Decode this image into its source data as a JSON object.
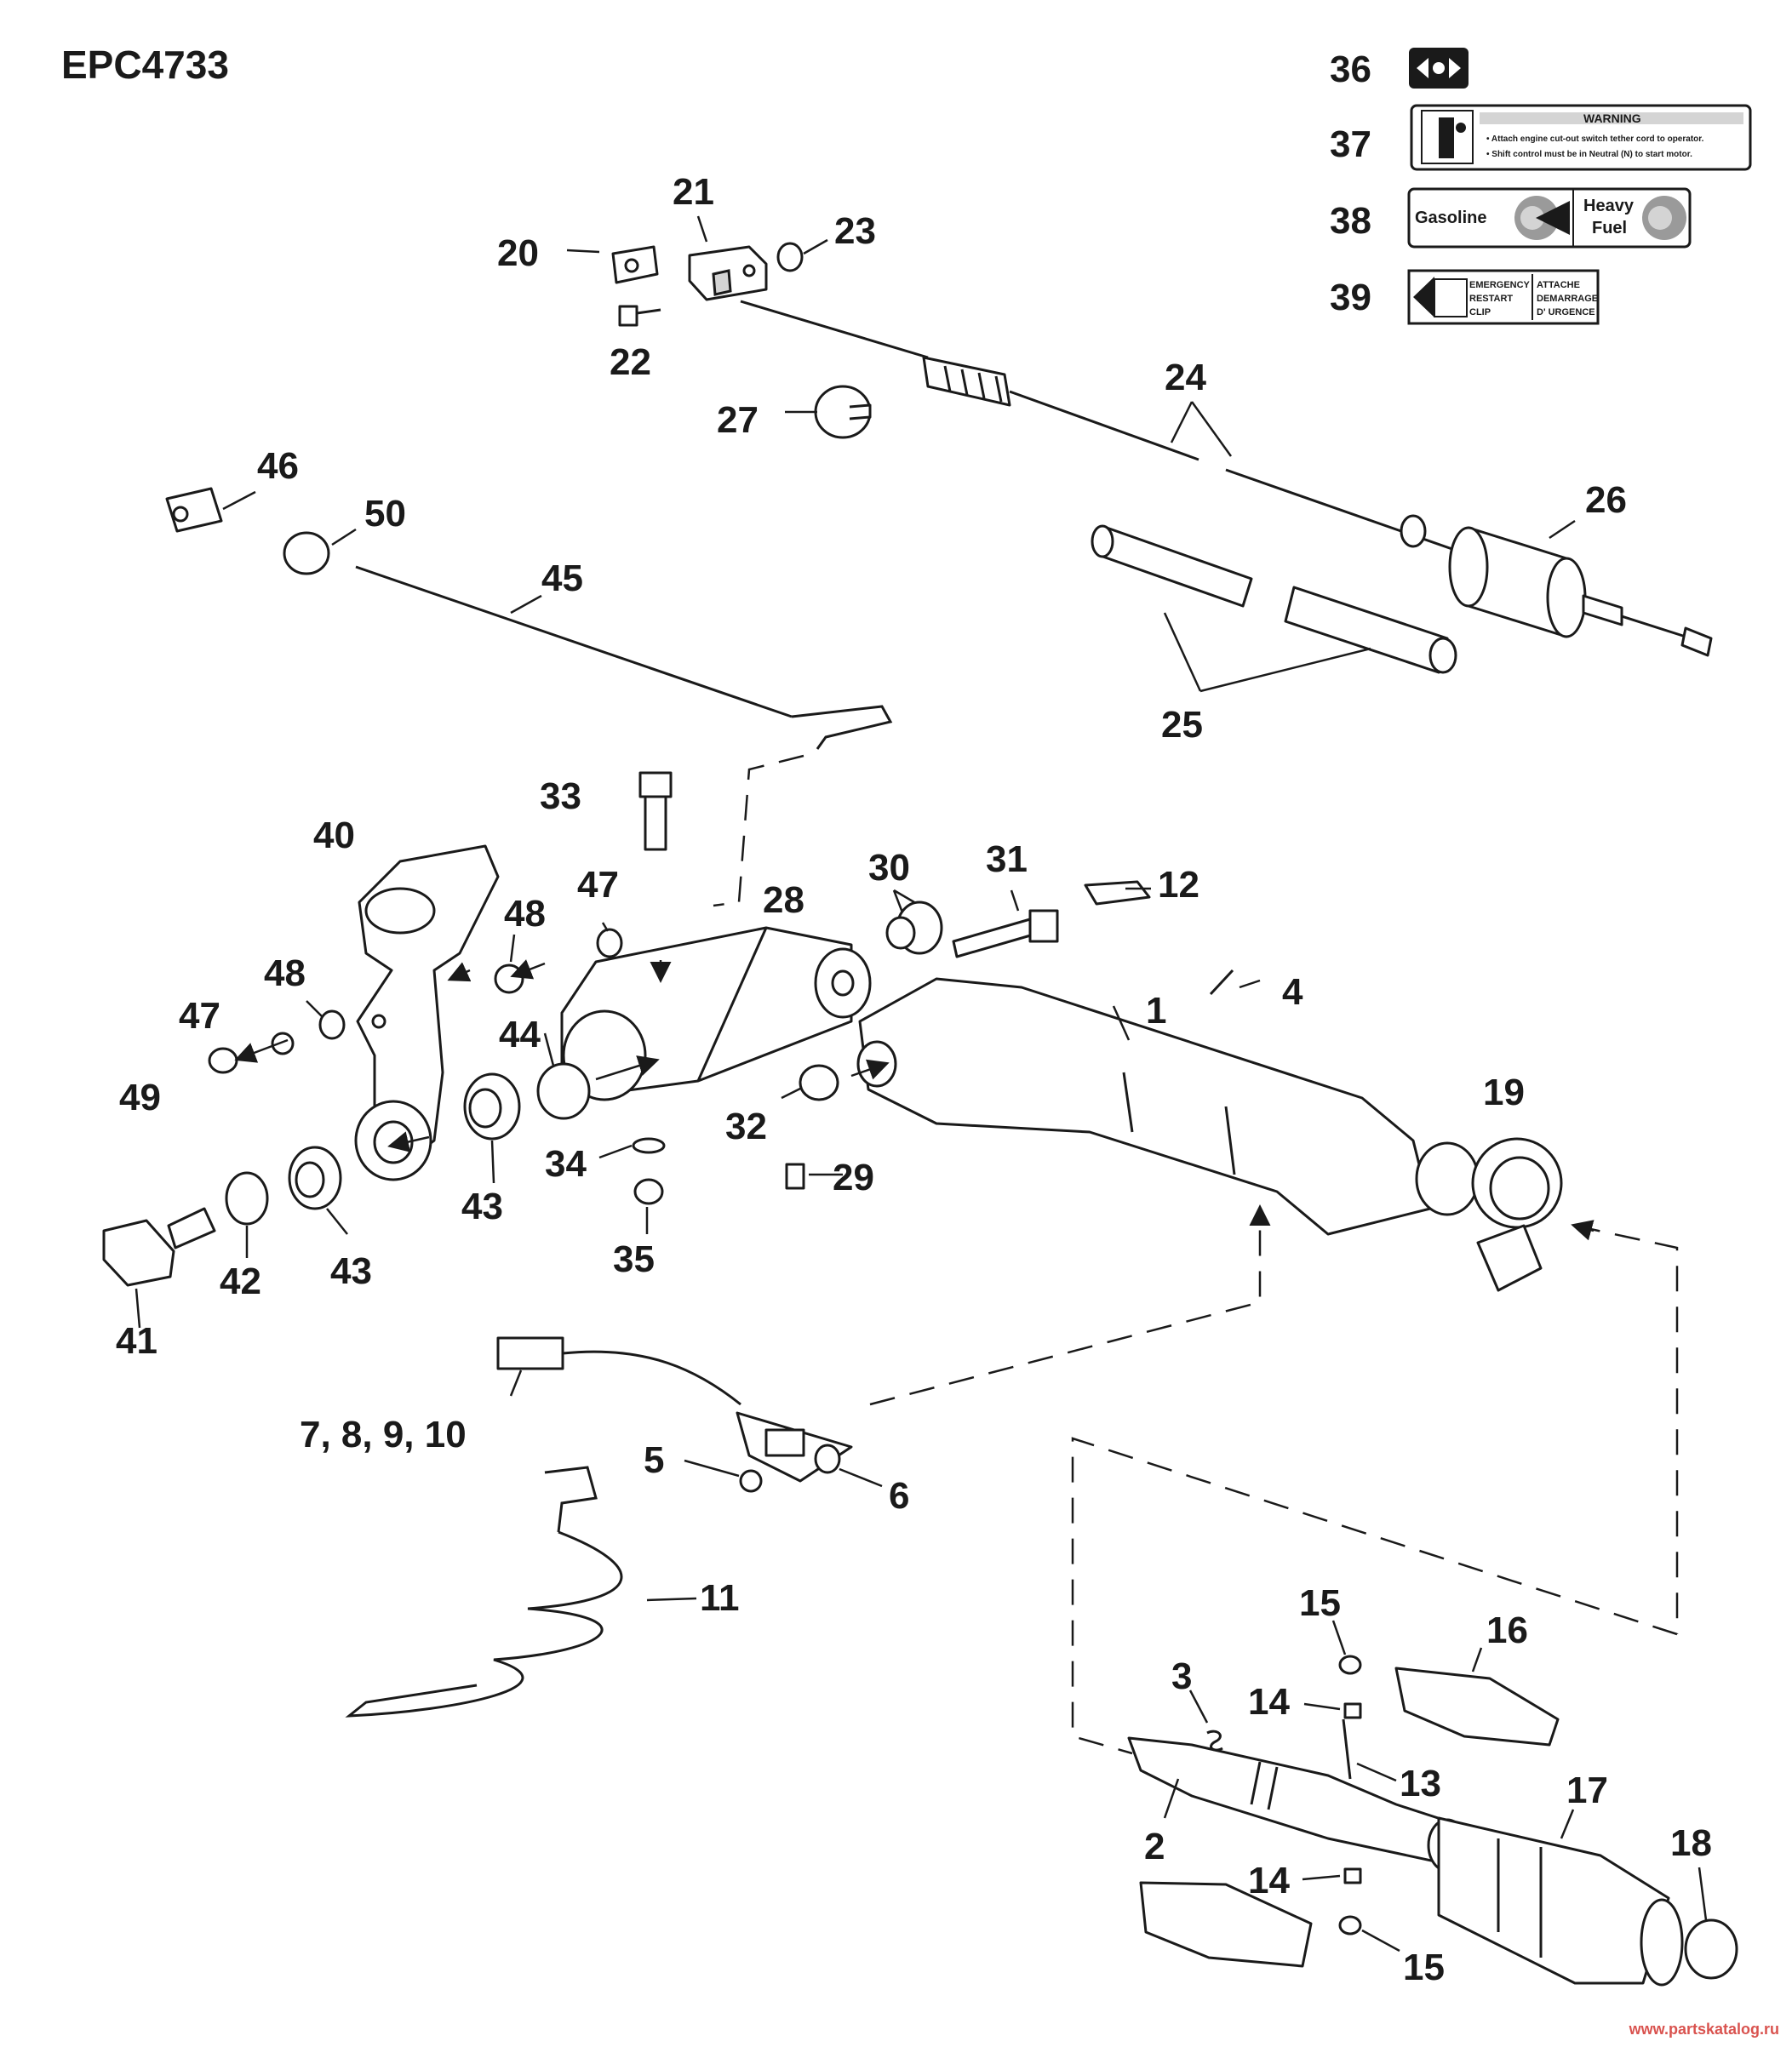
{
  "diagram_code": "EPC4733",
  "watermark": "www.partskatalog.ru",
  "decals": {
    "warning": {
      "title": "WARNING",
      "line1": "• Attach engine cut-out switch tether cord to operator.",
      "line2": "• Shift control must be in Neutral (N) to start motor."
    },
    "fuel": {
      "left": "Gasoline",
      "right_line1": "Heavy",
      "right_line2": "Fuel"
    },
    "clip": {
      "en1": "EMERGENCY",
      "en2": "RESTART",
      "en3": "CLIP",
      "fr1": "ATTACHE",
      "fr2": "DEMARRAGE",
      "fr3": "D' URGENCE"
    }
  },
  "callouts": {
    "c1": "1",
    "c2": "2",
    "c3": "3",
    "c4": "4",
    "c5": "5",
    "c6": "6",
    "c7_10": "7, 8, 9, 10",
    "c11": "11",
    "c12": "12",
    "c13": "13",
    "c14a": "14",
    "c14b": "14",
    "c15a": "15",
    "c15b": "15",
    "c16": "16",
    "c17": "17",
    "c18": "18",
    "c19": "19",
    "c20": "20",
    "c21": "21",
    "c22": "22",
    "c23": "23",
    "c24": "24",
    "c25": "25",
    "c26": "26",
    "c27": "27",
    "c28": "28",
    "c29": "29",
    "c30": "30",
    "c31": "31",
    "c32": "32",
    "c33": "33",
    "c34": "34",
    "c35": "35",
    "c36": "36",
    "c37": "37",
    "c38": "38",
    "c39": "39",
    "c40": "40",
    "c41": "41",
    "c42": "42",
    "c43a": "43",
    "c43b": "43",
    "c44": "44",
    "c45": "45",
    "c46": "46",
    "c47a": "47",
    "c47b": "47",
    "c48a": "48",
    "c48b": "48",
    "c49": "49",
    "c50": "50"
  }
}
